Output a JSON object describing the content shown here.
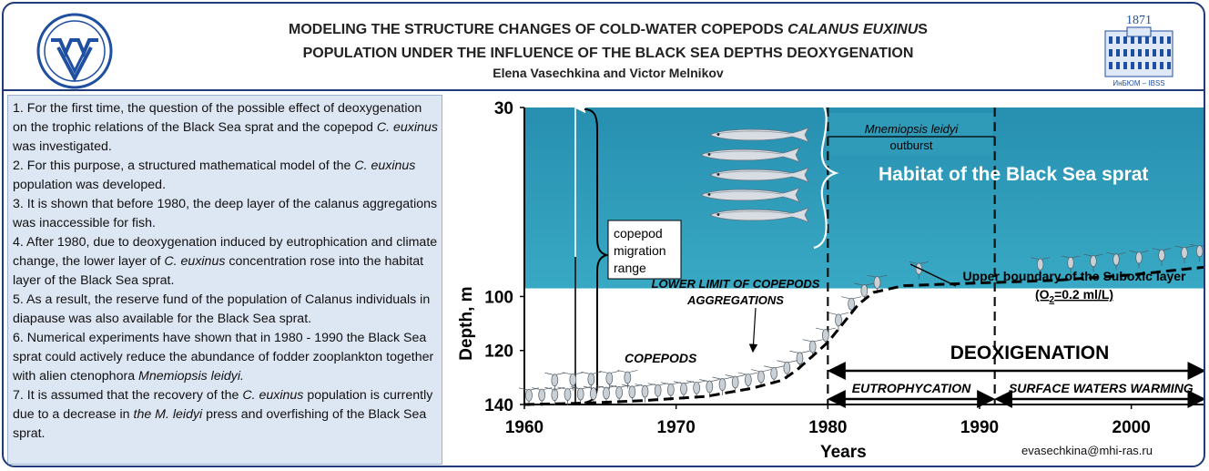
{
  "header": {
    "title_line1_a": "MODELING THE STRUCTURE CHANGES OF COLD-WATER COPEPODS ",
    "title_line1_b": "CALANUS EUXINU",
    "title_line1_c": "S",
    "title_line2": "POPULATION UNDER THE INFLUENCE OF THE BLACK SEA DEPTHS DEOXYGENATION",
    "authors": "Elena Vasechkina and Victor Melnikov",
    "logo_right_year": "1871",
    "logo_right_text": "ИнБЮМ – IBSS"
  },
  "findings": [
    {
      "parts": [
        "1.  For the first time, the question of the possible effect of deoxygenation on the trophic relations of the Black Sea sprat and the copepod ",
        {
          "i": "C. euxinus"
        },
        " was investigated."
      ]
    },
    {
      "parts": [
        "2.  For this purpose, a structured mathematical model of the ",
        {
          "i": "C. euxinus"
        },
        " population  was developed."
      ]
    },
    {
      "parts": [
        "3.  It is shown that before 1980, the deep layer of the calanus aggregations was inaccessible for fish."
      ]
    },
    {
      "parts": [
        "4.  After 1980, due to deoxygenation induced by eutrophication and climate change, the lower layer of ",
        {
          "i": "C. euxinus"
        },
        " concentration rose into the habitat layer of the Black Sea sprat."
      ]
    },
    {
      "parts": [
        "5.  As a result, the reserve fund of the population of Calanus individuals in diapause was also available for the Black Sea sprat."
      ]
    },
    {
      "parts": [
        "6.  Numerical experiments have shown that in 1980 - 1990 the Black Sea sprat could actively reduce the abundance of fodder zooplankton together with alien ctenophora ",
        {
          "i": "Mnemiopsis leidyi."
        }
      ]
    },
    {
      "parts": [
        "7.  It is assumed that the recovery of the ",
        {
          "i": "C. euxinus"
        },
        " population is currently due to a decrease in ",
        {
          "i": "the M. leidyi"
        },
        "  press and overfishing of the Black Sea sprat."
      ]
    }
  ],
  "chart_data": {
    "type": "line",
    "xlabel": "Years",
    "ylabel": "Depth, m",
    "xlim": [
      1960,
      2005
    ],
    "ylim": [
      140,
      30
    ],
    "x_ticks": [
      1960,
      1970,
      1980,
      1990,
      2000
    ],
    "y_ticks": [
      30,
      100,
      120,
      140
    ],
    "series": [
      {
        "x": [
          1960,
          1964,
          1968,
          1972,
          1975,
          1977,
          1978,
          1979,
          1980,
          1981,
          1982,
          1983,
          1985,
          1990,
          1995,
          2000,
          2005
        ],
        "y": [
          140,
          139.5,
          138.5,
          137,
          134,
          131,
          127,
          122,
          117,
          110,
          103,
          98.5,
          96,
          95,
          94,
          92,
          89
        ]
      }
    ],
    "habitat_top": 30,
    "habitat_bottom": 97,
    "event_lines_x": [
      1980,
      1991
    ],
    "annotations": {
      "habitat": "Habitat of the Black Sea sprat",
      "mnemiopsis_a": "Mnemiopsis leidyi",
      "mnemiopsis_b": "outburst",
      "migration_1": "copepod",
      "migration_2": "migration",
      "migration_3": "range",
      "lower_limit_1": "LOWER LIMIT OF COPEPODS",
      "lower_limit_2": "AGGREGATIONS",
      "copepods": "COPEPODS",
      "suboxic_1": "Upper boundary of the Suboxic layer",
      "suboxic_2a": "(O",
      "suboxic_2b": "2",
      "suboxic_2c": "=0.2 ml/L)",
      "deox": "DEOXIGENATION",
      "eutro": "EUTROPHYCATION",
      "warming": "SURFACE WATERS WARMING"
    }
  },
  "footer": {
    "email": "evasechkina@mhi-ras.ru"
  },
  "colors": {
    "frame": "#1f3a78",
    "water": "#2f9bb8",
    "text_panel": "#dde6f3"
  }
}
